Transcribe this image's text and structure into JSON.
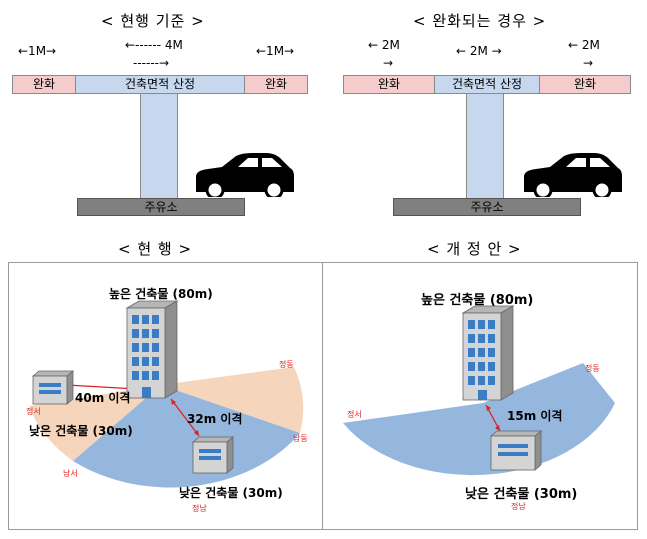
{
  "top_left": {
    "title": "< 현행 기준 >",
    "dim_left": "←1M→",
    "dim_center": "←------ 4M",
    "dim_center_arrow": "------→",
    "dim_right": "←1M→",
    "bar_left": "완화",
    "bar_center": "건축면적 산정",
    "bar_right": "완화",
    "base": "주유소"
  },
  "top_right": {
    "title": "< 완화되는 경우 >",
    "dim_left": "← 2M",
    "dim_left_arrow": "→",
    "dim_center": "← 2M →",
    "dim_right": "← 2M",
    "dim_right_arrow": "→",
    "bar_left": "완화",
    "bar_center": "건축면적 산정",
    "bar_right": "완화",
    "base": "주유소"
  },
  "bottom_left": {
    "title": "< 현 행 >",
    "tall_building": "높은 건축물 (80m)",
    "low_building_1": "낮은 건축물 (30m)",
    "low_building_2": "낮은 건축물 (30m)",
    "distance_1": "40m 이격",
    "distance_2": "32m 이격",
    "dir_west": "정서",
    "dir_east": "정동",
    "dir_southeast": "남동",
    "dir_southwest": "남서",
    "dir_south": "정남"
  },
  "bottom_right": {
    "title": "< 개 정 안 >",
    "tall_building": "높은 건축물 (80m)",
    "low_building": "낮은 건축물 (30m)",
    "distance": "15m 이격",
    "dir_west": "정서",
    "dir_east": "정동",
    "dir_south": "정남"
  },
  "colors": {
    "pink": "#f4cccc",
    "blue": "#c7d7ee",
    "shadow_blue": "#95b7de",
    "shadow_peach": "#f6d5bd",
    "base_gray": "#808080",
    "accent_red": "#e02020"
  }
}
